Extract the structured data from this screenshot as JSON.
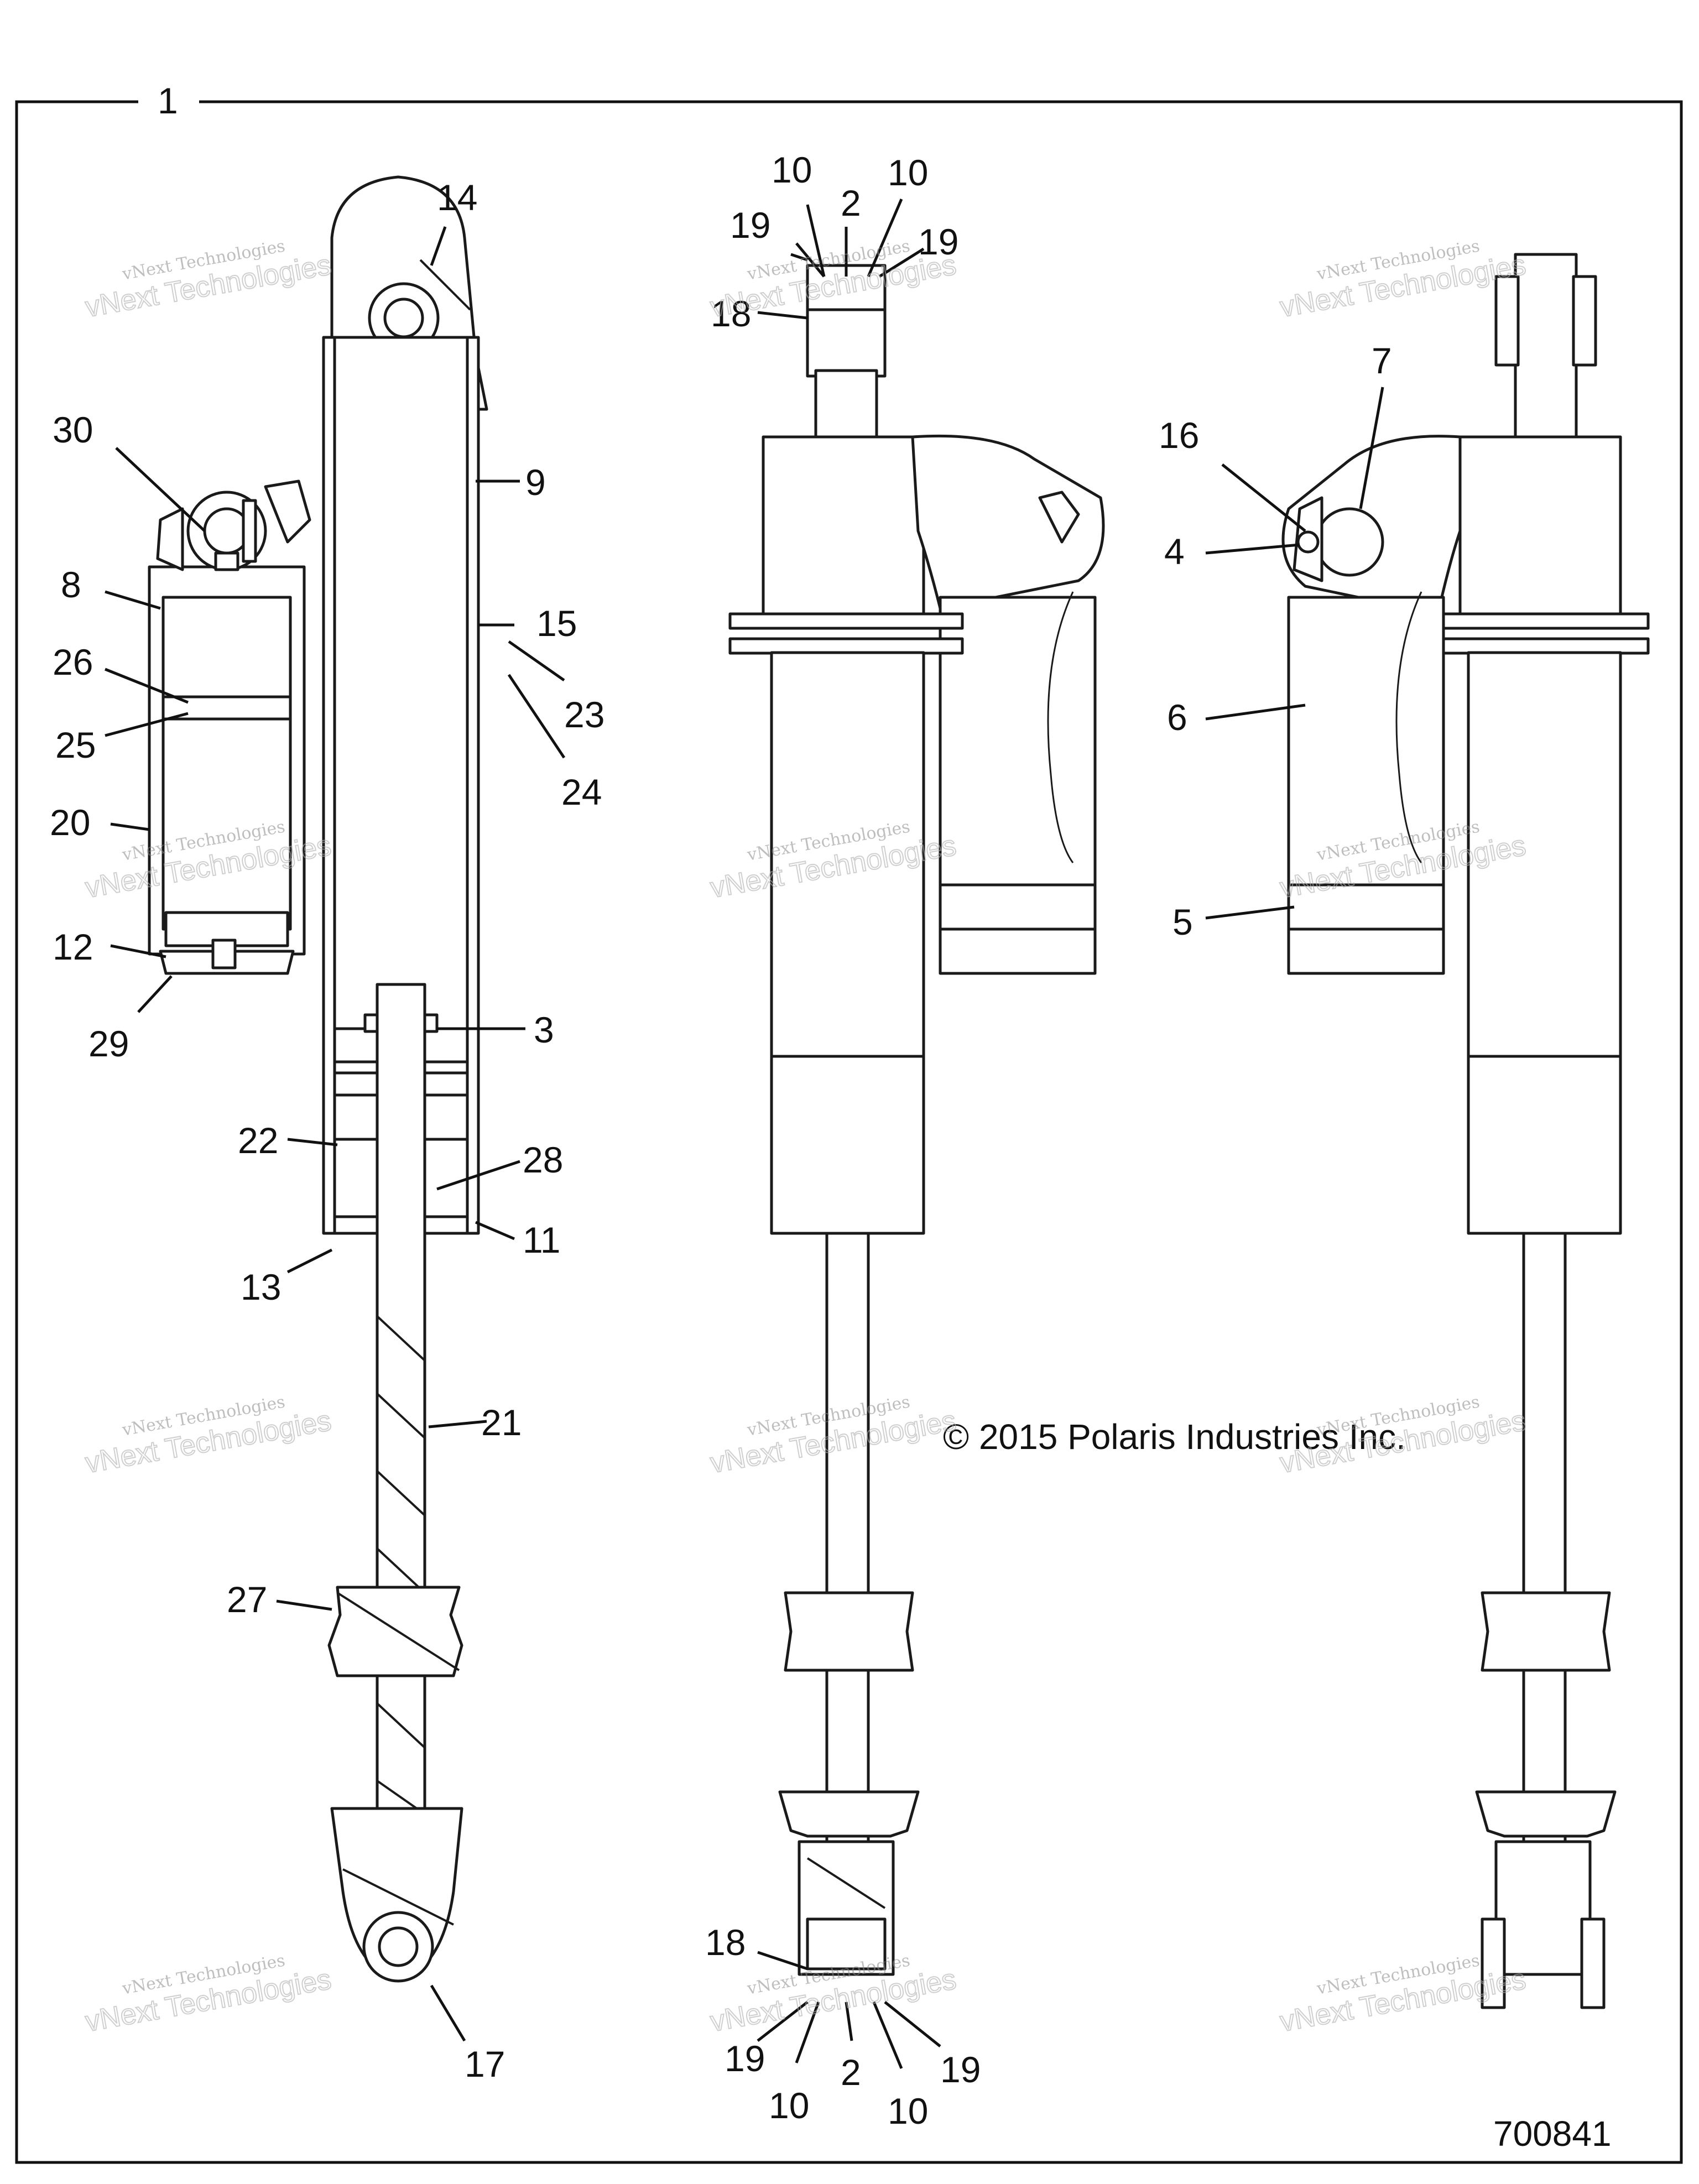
{
  "diagram": {
    "assembly_callout": "1",
    "copyright": "© 2015 Polaris Industries Inc.",
    "drawing_number": "700841",
    "watermark_line1": "vNext Technologies",
    "watermark_line2": "vNext Technologies",
    "callouts": [
      {
        "id": "c14",
        "label": "14"
      },
      {
        "id": "c30",
        "label": "30"
      },
      {
        "id": "c9",
        "label": "9"
      },
      {
        "id": "c8",
        "label": "8"
      },
      {
        "id": "c15",
        "label": "15"
      },
      {
        "id": "c26",
        "label": "26"
      },
      {
        "id": "c23",
        "label": "23"
      },
      {
        "id": "c25",
        "label": "25"
      },
      {
        "id": "c24",
        "label": "24"
      },
      {
        "id": "c20",
        "label": "20"
      },
      {
        "id": "c12",
        "label": "12"
      },
      {
        "id": "c29",
        "label": "29"
      },
      {
        "id": "c3",
        "label": "3"
      },
      {
        "id": "c22",
        "label": "22"
      },
      {
        "id": "c28",
        "label": "28"
      },
      {
        "id": "c11",
        "label": "11"
      },
      {
        "id": "c13",
        "label": "13"
      },
      {
        "id": "c21",
        "label": "21"
      },
      {
        "id": "c27",
        "label": "27"
      },
      {
        "id": "c17",
        "label": "17"
      },
      {
        "id": "c10a",
        "label": "10"
      },
      {
        "id": "c10b",
        "label": "10"
      },
      {
        "id": "c2a",
        "label": "2"
      },
      {
        "id": "c19a",
        "label": "19"
      },
      {
        "id": "c19b",
        "label": "19"
      },
      {
        "id": "c18a",
        "label": "18"
      },
      {
        "id": "c18b",
        "label": "18"
      },
      {
        "id": "c19c",
        "label": "19"
      },
      {
        "id": "c19d",
        "label": "19"
      },
      {
        "id": "c2b",
        "label": "2"
      },
      {
        "id": "c10c",
        "label": "10"
      },
      {
        "id": "c10d",
        "label": "10"
      },
      {
        "id": "c7",
        "label": "7"
      },
      {
        "id": "c16",
        "label": "16"
      },
      {
        "id": "c4",
        "label": "4"
      },
      {
        "id": "c6",
        "label": "6"
      },
      {
        "id": "c5",
        "label": "5"
      }
    ]
  }
}
